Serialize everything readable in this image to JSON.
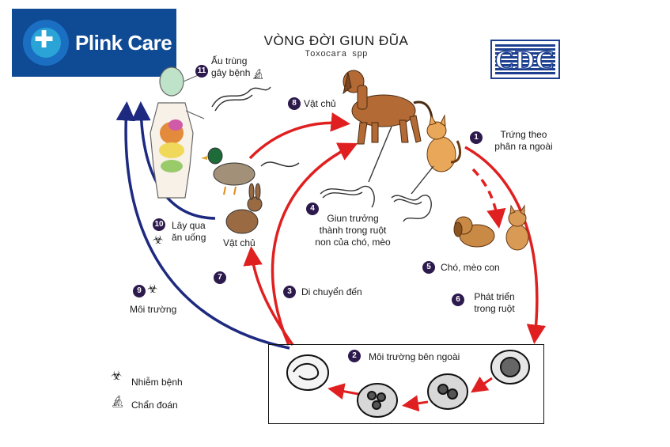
{
  "brand": {
    "name": "Plink Care",
    "icon": "medical-cross-icon",
    "colors": {
      "bg": "#0f4a94",
      "accent": "#2aa3d6"
    }
  },
  "agency_logo": {
    "text": "CDC"
  },
  "title": "VÒNG ĐỜI GIUN ĐŨA",
  "subtitle": "Toxocara spp",
  "colors": {
    "arrow_red": "#e02020",
    "arrow_blue": "#1d2a80",
    "badge": "#2d1a4d"
  },
  "steps": [
    {
      "num": "1",
      "label_lines": [
        "Trứng theo",
        "phân ra ngoài"
      ]
    },
    {
      "num": "2",
      "label_lines": [
        "Môi trường bên ngoài"
      ]
    },
    {
      "num": "3",
      "label_lines": [
        "Di chuyển đến"
      ]
    },
    {
      "num": "4",
      "label_lines": [
        "Giun trưởng",
        "thành trong ruột",
        "non của chó, mèo"
      ]
    },
    {
      "num": "5",
      "label_lines": [
        "Chó, mèo con"
      ]
    },
    {
      "num": "6",
      "label_lines": [
        "Phát triển",
        "trong ruột"
      ]
    },
    {
      "num": "7",
      "label_lines": []
    },
    {
      "num": "8",
      "label_lines": [
        "Vật chủ"
      ]
    },
    {
      "num": "9",
      "label_lines": [
        "Môi trường"
      ]
    },
    {
      "num": "10",
      "label_lines": [
        "Lây qua",
        "ăn uống"
      ]
    },
    {
      "num": "11",
      "label_lines": [
        "Ấu trùng",
        "gây bệnh"
      ]
    }
  ],
  "host_label": "Vật chủ",
  "legend": [
    {
      "icon": "biohazard-icon",
      "label": "Nhiễm bệnh"
    },
    {
      "icon": "microscope-icon",
      "label": "Chẩn đoán"
    }
  ]
}
